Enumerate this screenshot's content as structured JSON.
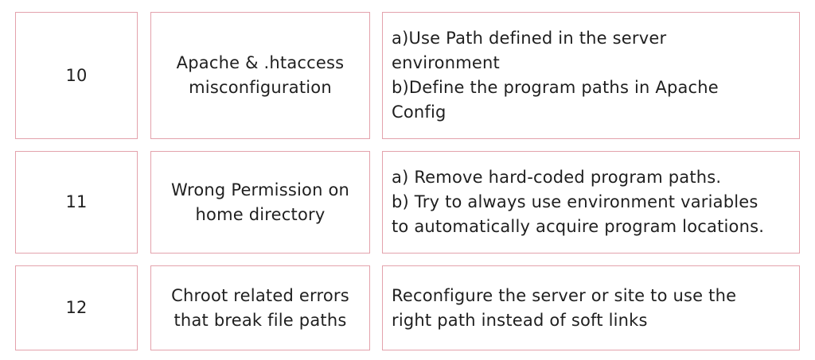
{
  "table": {
    "rows": [
      {
        "number": "10",
        "error": "Apache & .htaccess\nmisconfiguration",
        "solution": "a)Use Path defined in the server\nenvironment\nb)Define the program paths in Apache\nConfig"
      },
      {
        "number": "11",
        "error": "Wrong Permission on\nhome directory",
        "solution": "a) Remove hard-coded program paths.\nb) Try to always use environment variables\nto automatically acquire program locations."
      },
      {
        "number": "12",
        "error": "Chroot related errors\nthat break file paths",
        "solution": "Reconfigure the server or site to use the\nright path instead of soft links"
      }
    ]
  }
}
